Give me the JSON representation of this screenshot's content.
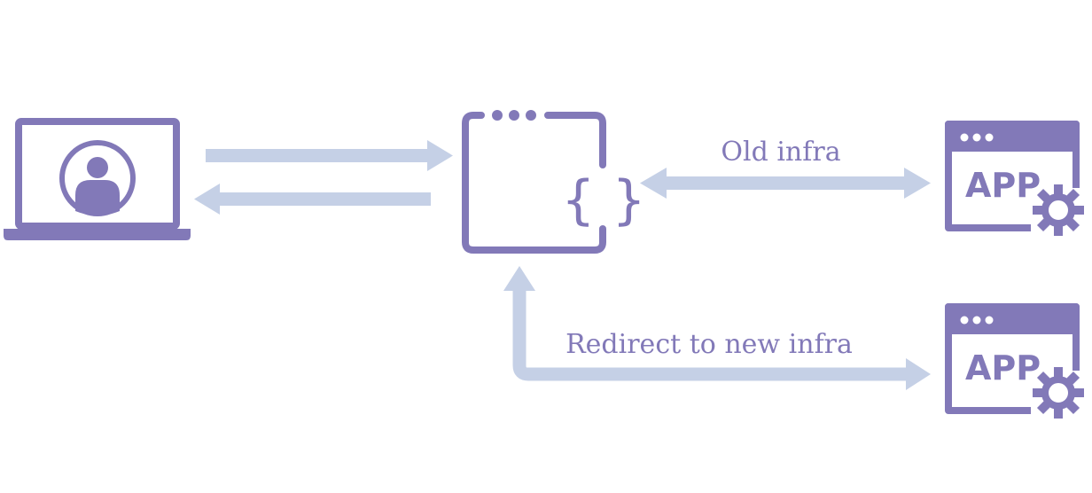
{
  "colors": {
    "primary": "#8279b8",
    "arrow": "#c5d0e6",
    "background": "#ffffff"
  },
  "nodes": {
    "client": {
      "icon": "laptop-user-icon"
    },
    "gateway": {
      "icon": "code-window-icon",
      "symbol": "{ }"
    },
    "old_app": {
      "icon": "app-window-gear-icon",
      "label": "APP"
    },
    "new_app": {
      "icon": "app-window-gear-icon",
      "label": "APP"
    }
  },
  "edges": {
    "old_infra": {
      "label": "Old infra"
    },
    "new_infra": {
      "label": "Redirect to new infra"
    }
  }
}
